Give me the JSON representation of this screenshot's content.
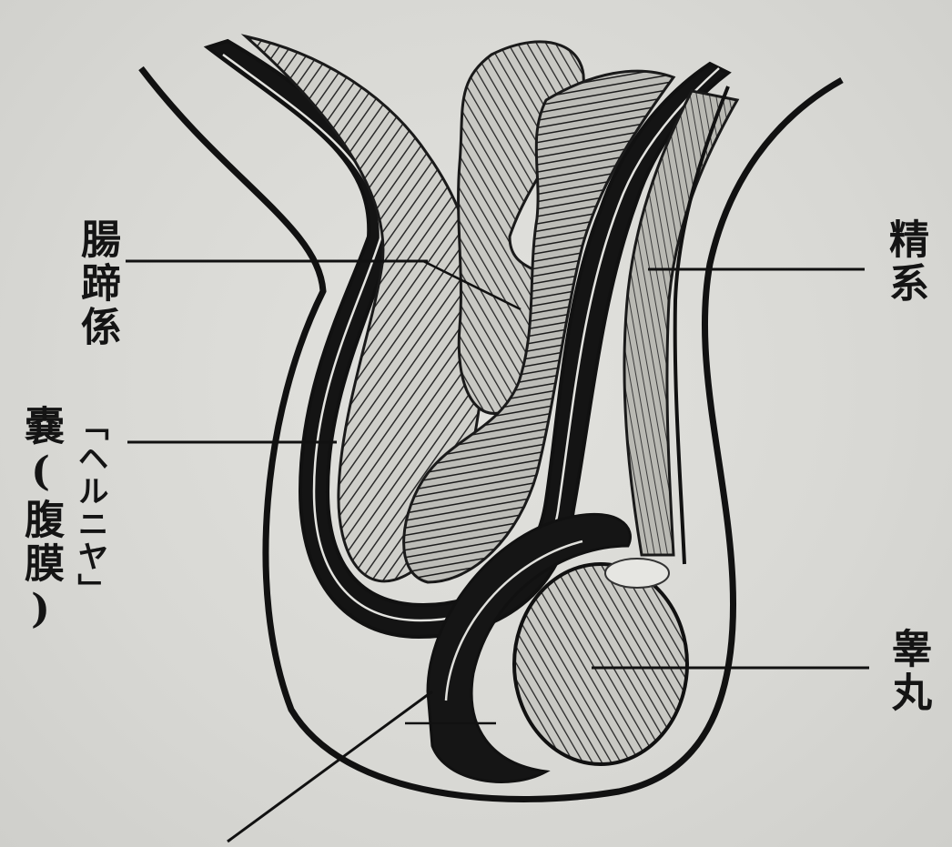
{
  "figure": {
    "labels": {
      "intestinal_loop": "腸蹄係",
      "hernia_sac": "嚢(腹膜)",
      "hernia_word": "「ヘルニヤ」",
      "spermatic_cord": "精系",
      "testis": "睾丸"
    }
  }
}
